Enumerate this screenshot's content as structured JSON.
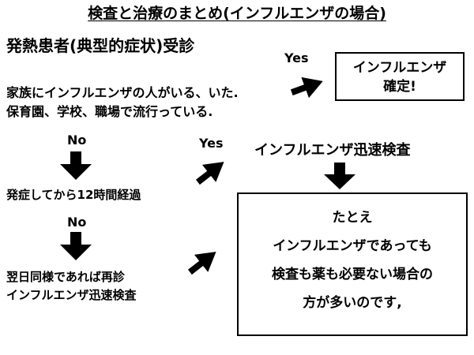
{
  "title": "検査と治療のまとめ(インフルエンザの場合)",
  "subtitle": "発熱患者(典型的症状)受診",
  "condition": {
    "line1": "家族にインフルエンザの人がいる、いた.",
    "line2": "保育園、学校、職場で流行っている."
  },
  "labels": {
    "yes_top": "Yes",
    "no_first": "No",
    "yes_middle": "Yes",
    "no_second": "No"
  },
  "confirmed_box": {
    "line1": "インフルエンザ",
    "line2": "確定!"
  },
  "rapid_test_title": "インフルエンザ迅速検査",
  "step2": "発症してから12時間経過",
  "step3": {
    "line1": "翌日同様であれば再診",
    "line2": "インフルエンザ迅速検査"
  },
  "final_box": {
    "line1": "たとえ",
    "line2": "インフルエンザであっても",
    "line3": "検査も薬も必要ない場合の",
    "line4": "方が多いのです,"
  }
}
